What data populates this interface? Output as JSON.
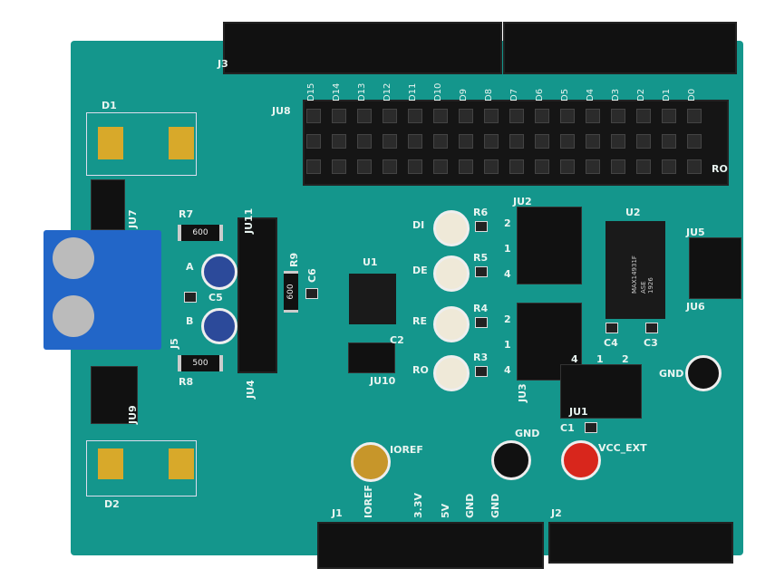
{
  "board": {
    "color": "#14968c",
    "silk_color": "#e8f4f0"
  },
  "headers": {
    "j3": "J3",
    "j1": "J1",
    "j2": "J2",
    "ju8": "JU8",
    "pins_top": [
      "D15",
      "D14",
      "D13",
      "D12",
      "D11",
      "D10",
      "D9",
      "D8",
      "D7",
      "D6",
      "D5",
      "D4",
      "D3",
      "D2",
      "D1",
      "D0"
    ],
    "ro": "RO"
  },
  "left": {
    "d1": "D1",
    "d2": "D2",
    "ju7": "JU7",
    "ju9": "JU9",
    "j5": "J5",
    "r7": "R7",
    "r7v": "600",
    "r8": "R8",
    "r8v": "500",
    "r9": "R9",
    "r9v": "600",
    "c6": "C6",
    "c5": "C5",
    "a": "A",
    "b": "B",
    "ju11": "JU11",
    "ju4": "JU4"
  },
  "center": {
    "u1": "U1",
    "ju10": "JU10",
    "c2": "C2",
    "di": "DI",
    "de": "DE",
    "re": "RE",
    "ro": "RO",
    "r6": "R6",
    "r5": "R5",
    "r4": "R4",
    "r3": "R3",
    "ju2": "JU2",
    "ju3": "JU3",
    "ju2_pins": [
      "2",
      "1",
      "4"
    ],
    "ju3_pins": [
      "2",
      "1",
      "4"
    ]
  },
  "right": {
    "u2": "U2",
    "chip_text": "MAX14931F",
    "chip_text2": "ASE 1926",
    "c4": "C4",
    "c3": "C3",
    "ju5": "JU5",
    "ju6": "JU6",
    "gnd": "GND",
    "ju1": "JU1",
    "ju1_pins": [
      "4",
      "1",
      "2"
    ],
    "c1": "C1"
  },
  "bottom": {
    "ioref": "IOREF",
    "gnd": "GND",
    "vcc_ext": "VCC_EXT",
    "power_pins": [
      "IOREF",
      "3.3V",
      "5V",
      "GND",
      "GND"
    ]
  }
}
